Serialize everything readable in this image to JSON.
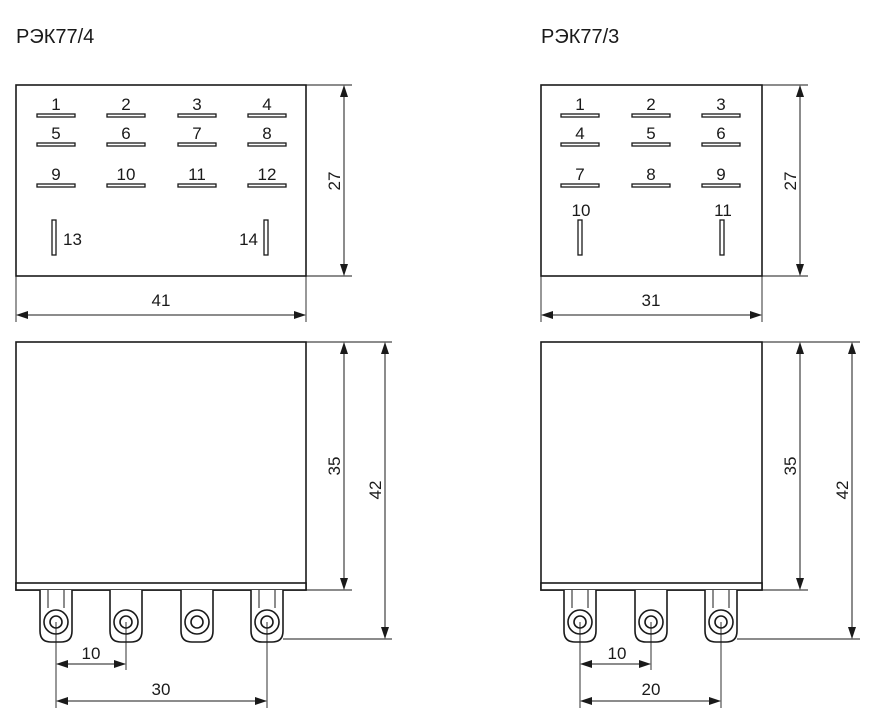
{
  "left": {
    "title": "РЭК77/4",
    "pins": [
      "1",
      "2",
      "3",
      "4",
      "5",
      "6",
      "7",
      "8",
      "9",
      "10",
      "11",
      "12",
      "13",
      "14"
    ],
    "dims": {
      "height_top": "27",
      "width_top": "41",
      "height_body": "35",
      "height_total": "42",
      "pitch": "10",
      "span": "30"
    }
  },
  "right": {
    "title": "РЭК77/3",
    "pins": [
      "1",
      "2",
      "3",
      "4",
      "5",
      "6",
      "7",
      "8",
      "9",
      "10",
      "11"
    ],
    "dims": {
      "height_top": "27",
      "width_top": "31",
      "height_body": "35",
      "height_total": "42",
      "pitch": "10",
      "span": "20"
    }
  }
}
